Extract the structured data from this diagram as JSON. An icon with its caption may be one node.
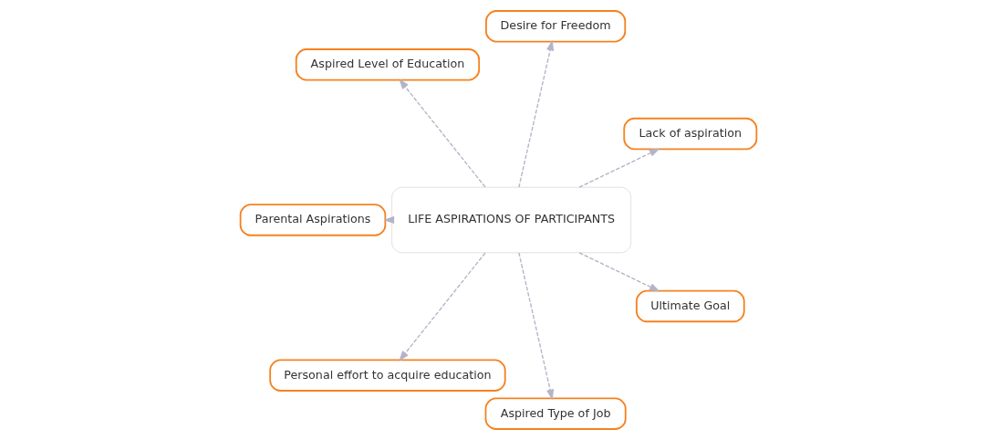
{
  "diagram": {
    "nodes": [
      {
        "text": [
          "Lack of aspiration"
        ]
      },
      {
        "text": [
          "Desire for Freedom"
        ]
      },
      {
        "text": [
          "Aspired Level of Education"
        ]
      },
      {
        "text": [
          "LIFE ASPIRATIONS OF PARTICIPANTS"
        ]
      },
      {
        "text": [
          "Parental Aspirations"
        ]
      },
      {
        "text": [
          "Personal effort to acquire education"
        ]
      },
      {
        "text": [
          "Aspired Type of Job"
        ]
      },
      {
        "text": [
          "Ultimate Goal"
        ]
      }
    ],
    "edges": [
      {
        "from": 3,
        "to": 0,
        "arrow": "to",
        "style": "dashed"
      },
      {
        "from": 3,
        "to": 1,
        "arrow": "to",
        "style": "dashed"
      },
      {
        "from": 3,
        "to": 2,
        "arrow": "to",
        "style": "dashed"
      },
      {
        "from": 3,
        "to": 4,
        "arrow": "to",
        "style": "dashed"
      },
      {
        "from": 3,
        "to": 5,
        "arrow": "to",
        "style": "dashed"
      },
      {
        "from": 3,
        "to": 6,
        "arrow": "to",
        "style": "dashed"
      },
      {
        "from": 3,
        "to": 7,
        "arrow": "to",
        "style": "dashed"
      }
    ]
  }
}
